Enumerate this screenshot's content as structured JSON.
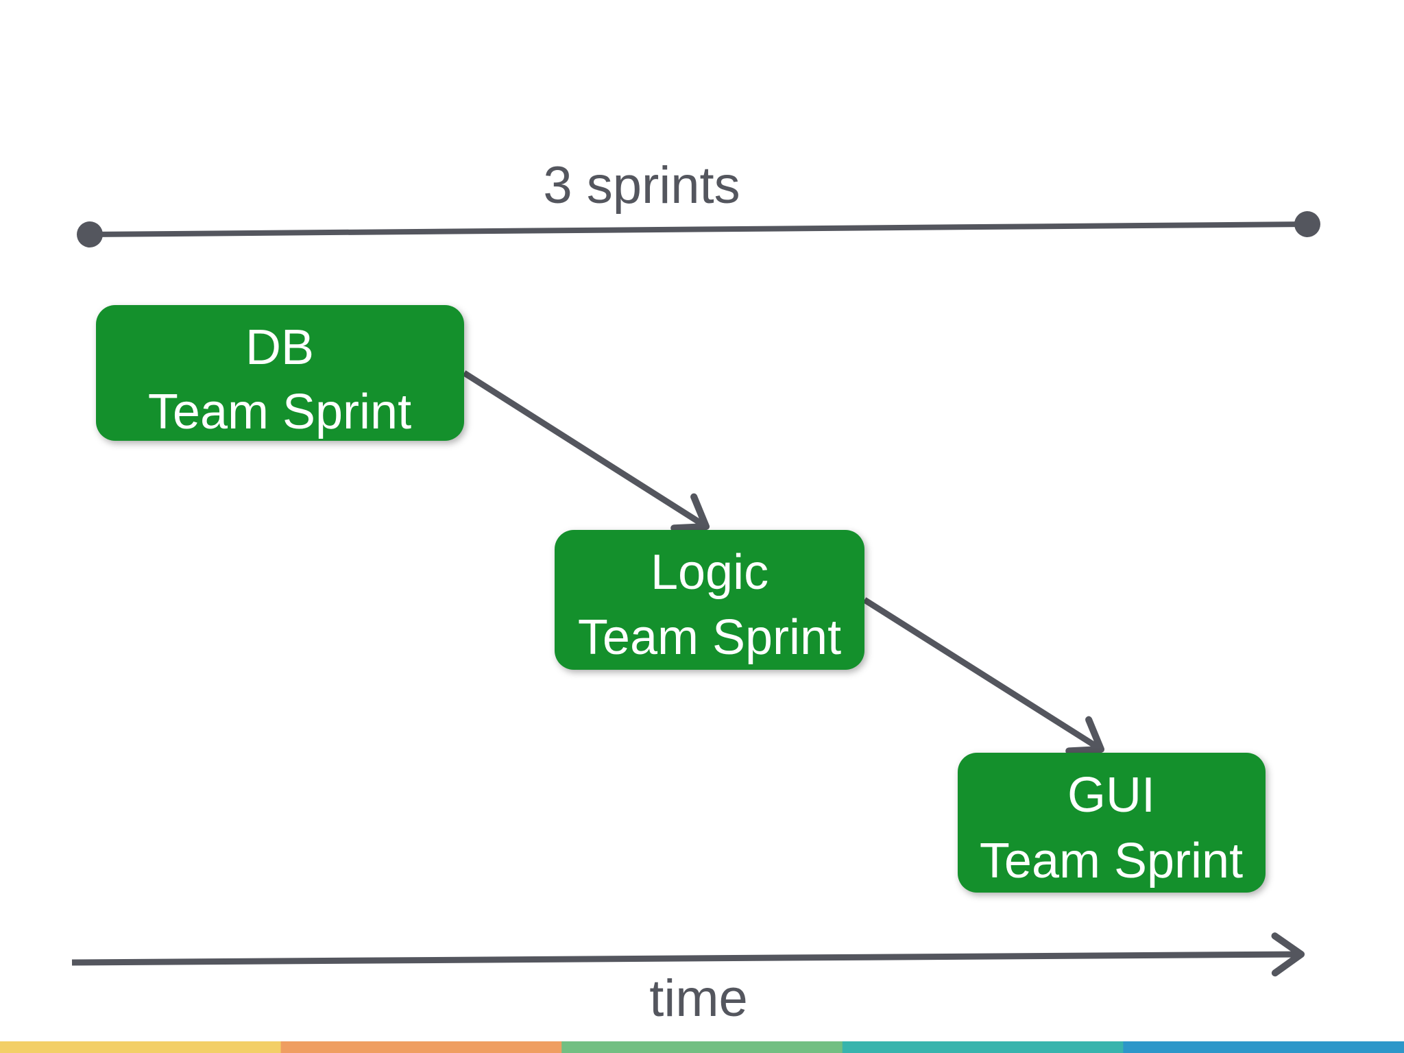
{
  "diagram": {
    "top_span": {
      "label": "3 sprints"
    },
    "time_axis": {
      "label": "time"
    },
    "nodes": [
      {
        "id": "db",
        "line1": "DB",
        "line2": "Team Sprint"
      },
      {
        "id": "logic",
        "line1": "Logic",
        "line2": "Team Sprint"
      },
      {
        "id": "gui",
        "line1": "GUI",
        "line2": "Team Sprint"
      }
    ]
  },
  "colors": {
    "node_green": "#14902c",
    "node_text": "#ffffff",
    "line_gray": "#54565e",
    "label_gray": "#54565e",
    "stripe_yellow": "#f3cf67",
    "stripe_orange": "#ef9e61",
    "stripe_green": "#72bf82",
    "stripe_teal": "#38b4ad",
    "stripe_blue": "#2d97c9"
  }
}
